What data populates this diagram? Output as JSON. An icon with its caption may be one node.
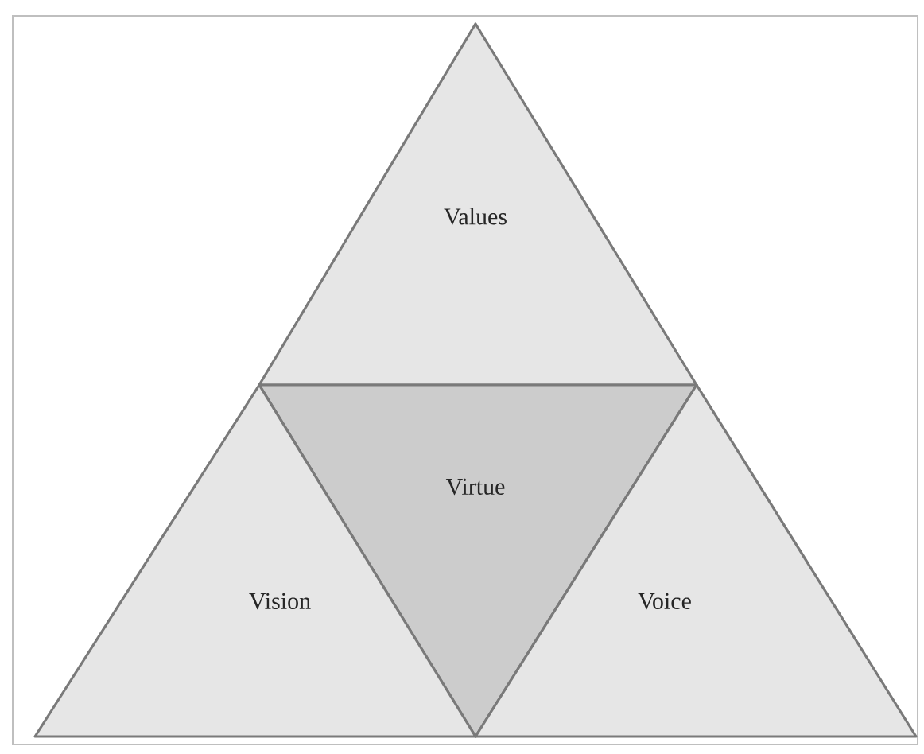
{
  "diagram": {
    "nodes": [
      {
        "text": [
          "Values"
        ]
      },
      {
        "text": [
          "Virtue"
        ]
      },
      {
        "text": [
          "Vision"
        ]
      },
      {
        "text": [
          "Voice"
        ]
      }
    ]
  }
}
